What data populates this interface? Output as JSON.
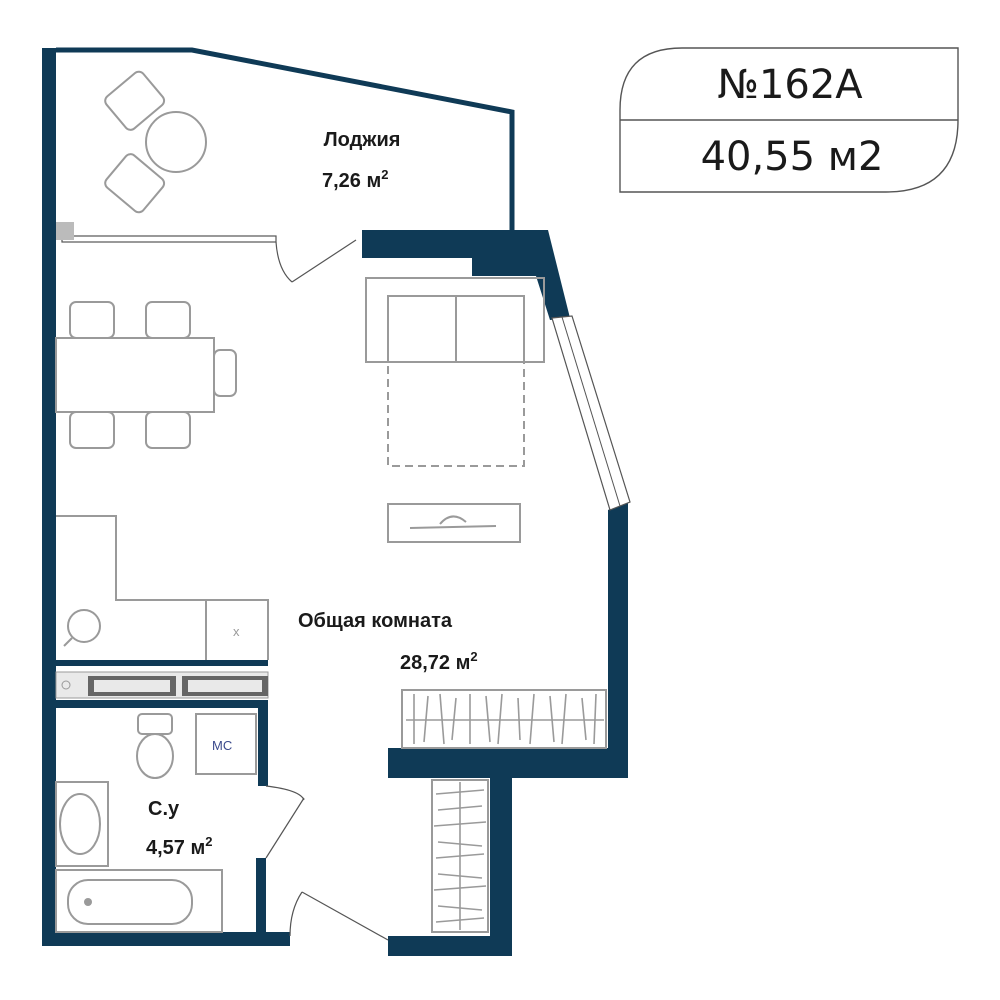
{
  "badge": {
    "number": "№162A",
    "total_area": "40,55 м2"
  },
  "rooms": [
    {
      "id": "loggia",
      "name": "Лоджия",
      "area": "7,26 м",
      "sup": "2"
    },
    {
      "id": "living",
      "name": "Общая комната",
      "area": "28,72 м",
      "sup": "2"
    },
    {
      "id": "bathroom",
      "name": "С.у",
      "area": "4,57 м",
      "sup": "2"
    }
  ],
  "labels": {
    "washing_machine": "МС",
    "stove_mark": "x"
  },
  "colors": {
    "wall": "#0f3a56",
    "furniture": "#9a9a9a"
  }
}
